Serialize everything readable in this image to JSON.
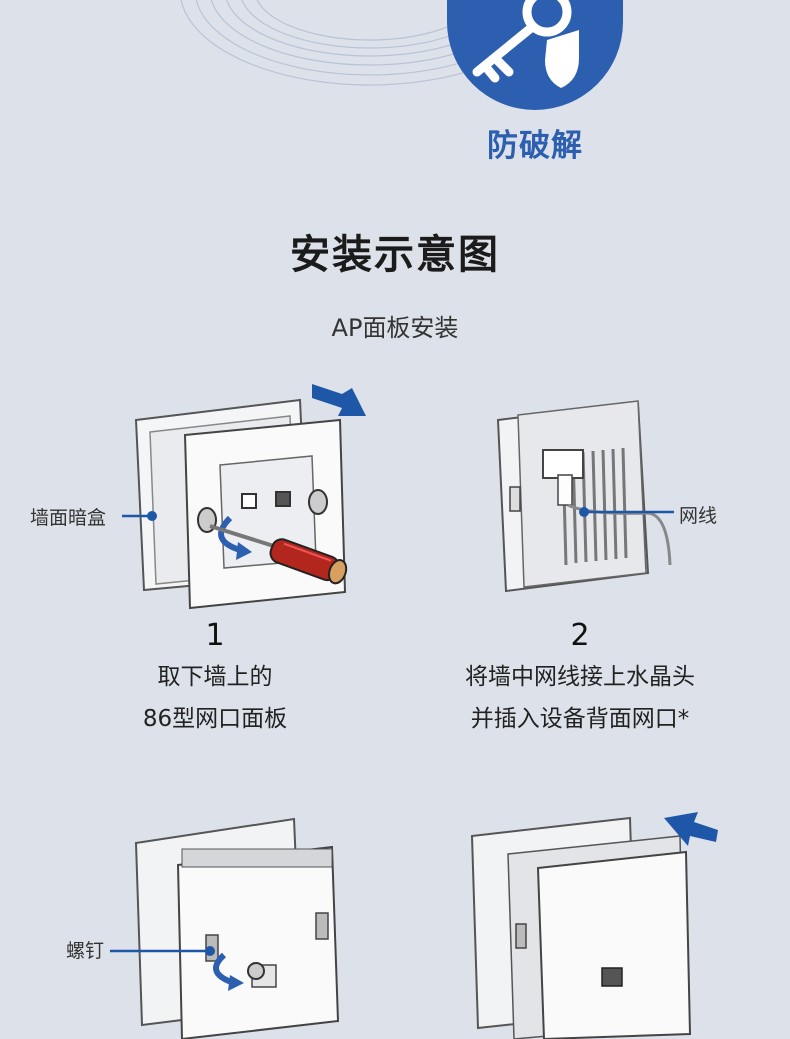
{
  "badge": {
    "label": "防破解",
    "icon": "key-shield-icon",
    "color": "#2d5fb0"
  },
  "section": {
    "title": "安装示意图",
    "subtitle": "AP面板安装"
  },
  "steps": [
    {
      "number": "1",
      "line1": "取下墙上的",
      "line2": "86型网口面板",
      "callout": "墙面暗盒"
    },
    {
      "number": "2",
      "line1": "将墙中网线接上水晶头",
      "line2": "并插入设备背面网口*",
      "callout": "网线"
    },
    {
      "callout": "螺钉"
    },
    {}
  ],
  "colors": {
    "background": "#dde2ea",
    "accent": "#2d5fb0",
    "pointer": "#1f57a8",
    "handle": "#b3261e"
  }
}
